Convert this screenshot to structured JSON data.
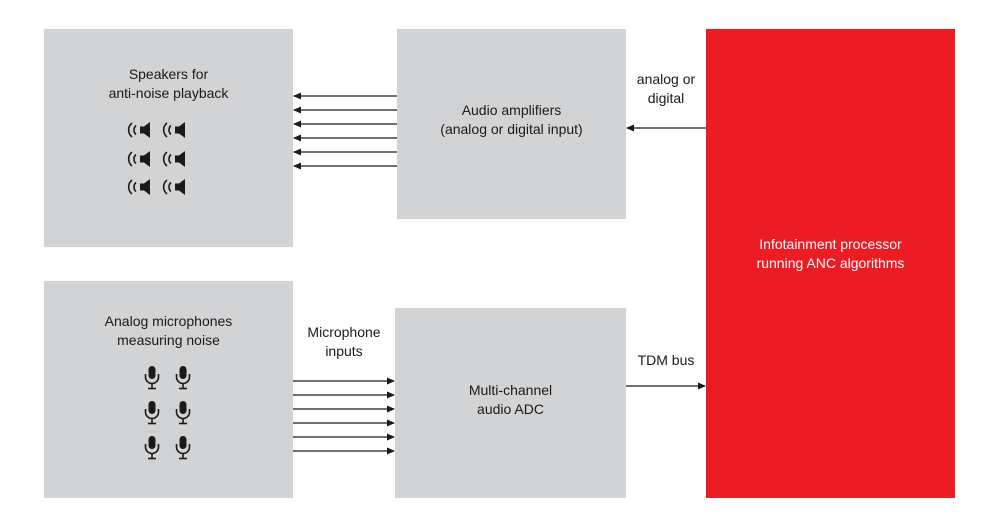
{
  "blocks": {
    "speakers": {
      "title": "Speakers for\nanti-noise playback",
      "icon": "speaker-icon"
    },
    "amplifiers": {
      "title": "Audio amplifiers\n(analog or digital input)"
    },
    "microphones": {
      "title": "Analog microphones\nmeasuring noise",
      "icon": "microphone-icon"
    },
    "adc": {
      "title": "Multi-channel\naudio ADC"
    },
    "processor": {
      "title": "Infotainment processor\nrunning ANC algorithms"
    }
  },
  "labels": {
    "analog_or_digital": "analog or\ndigital",
    "microphone_inputs": "Microphone\ninputs",
    "tdm_bus": "TDM bus"
  },
  "colors": {
    "block_gray": "#d2d3d5",
    "processor_red": "#ec1c24",
    "wire": "#1a1a1a",
    "text": "#1a1a1a",
    "text_on_red": "#ffffff"
  }
}
